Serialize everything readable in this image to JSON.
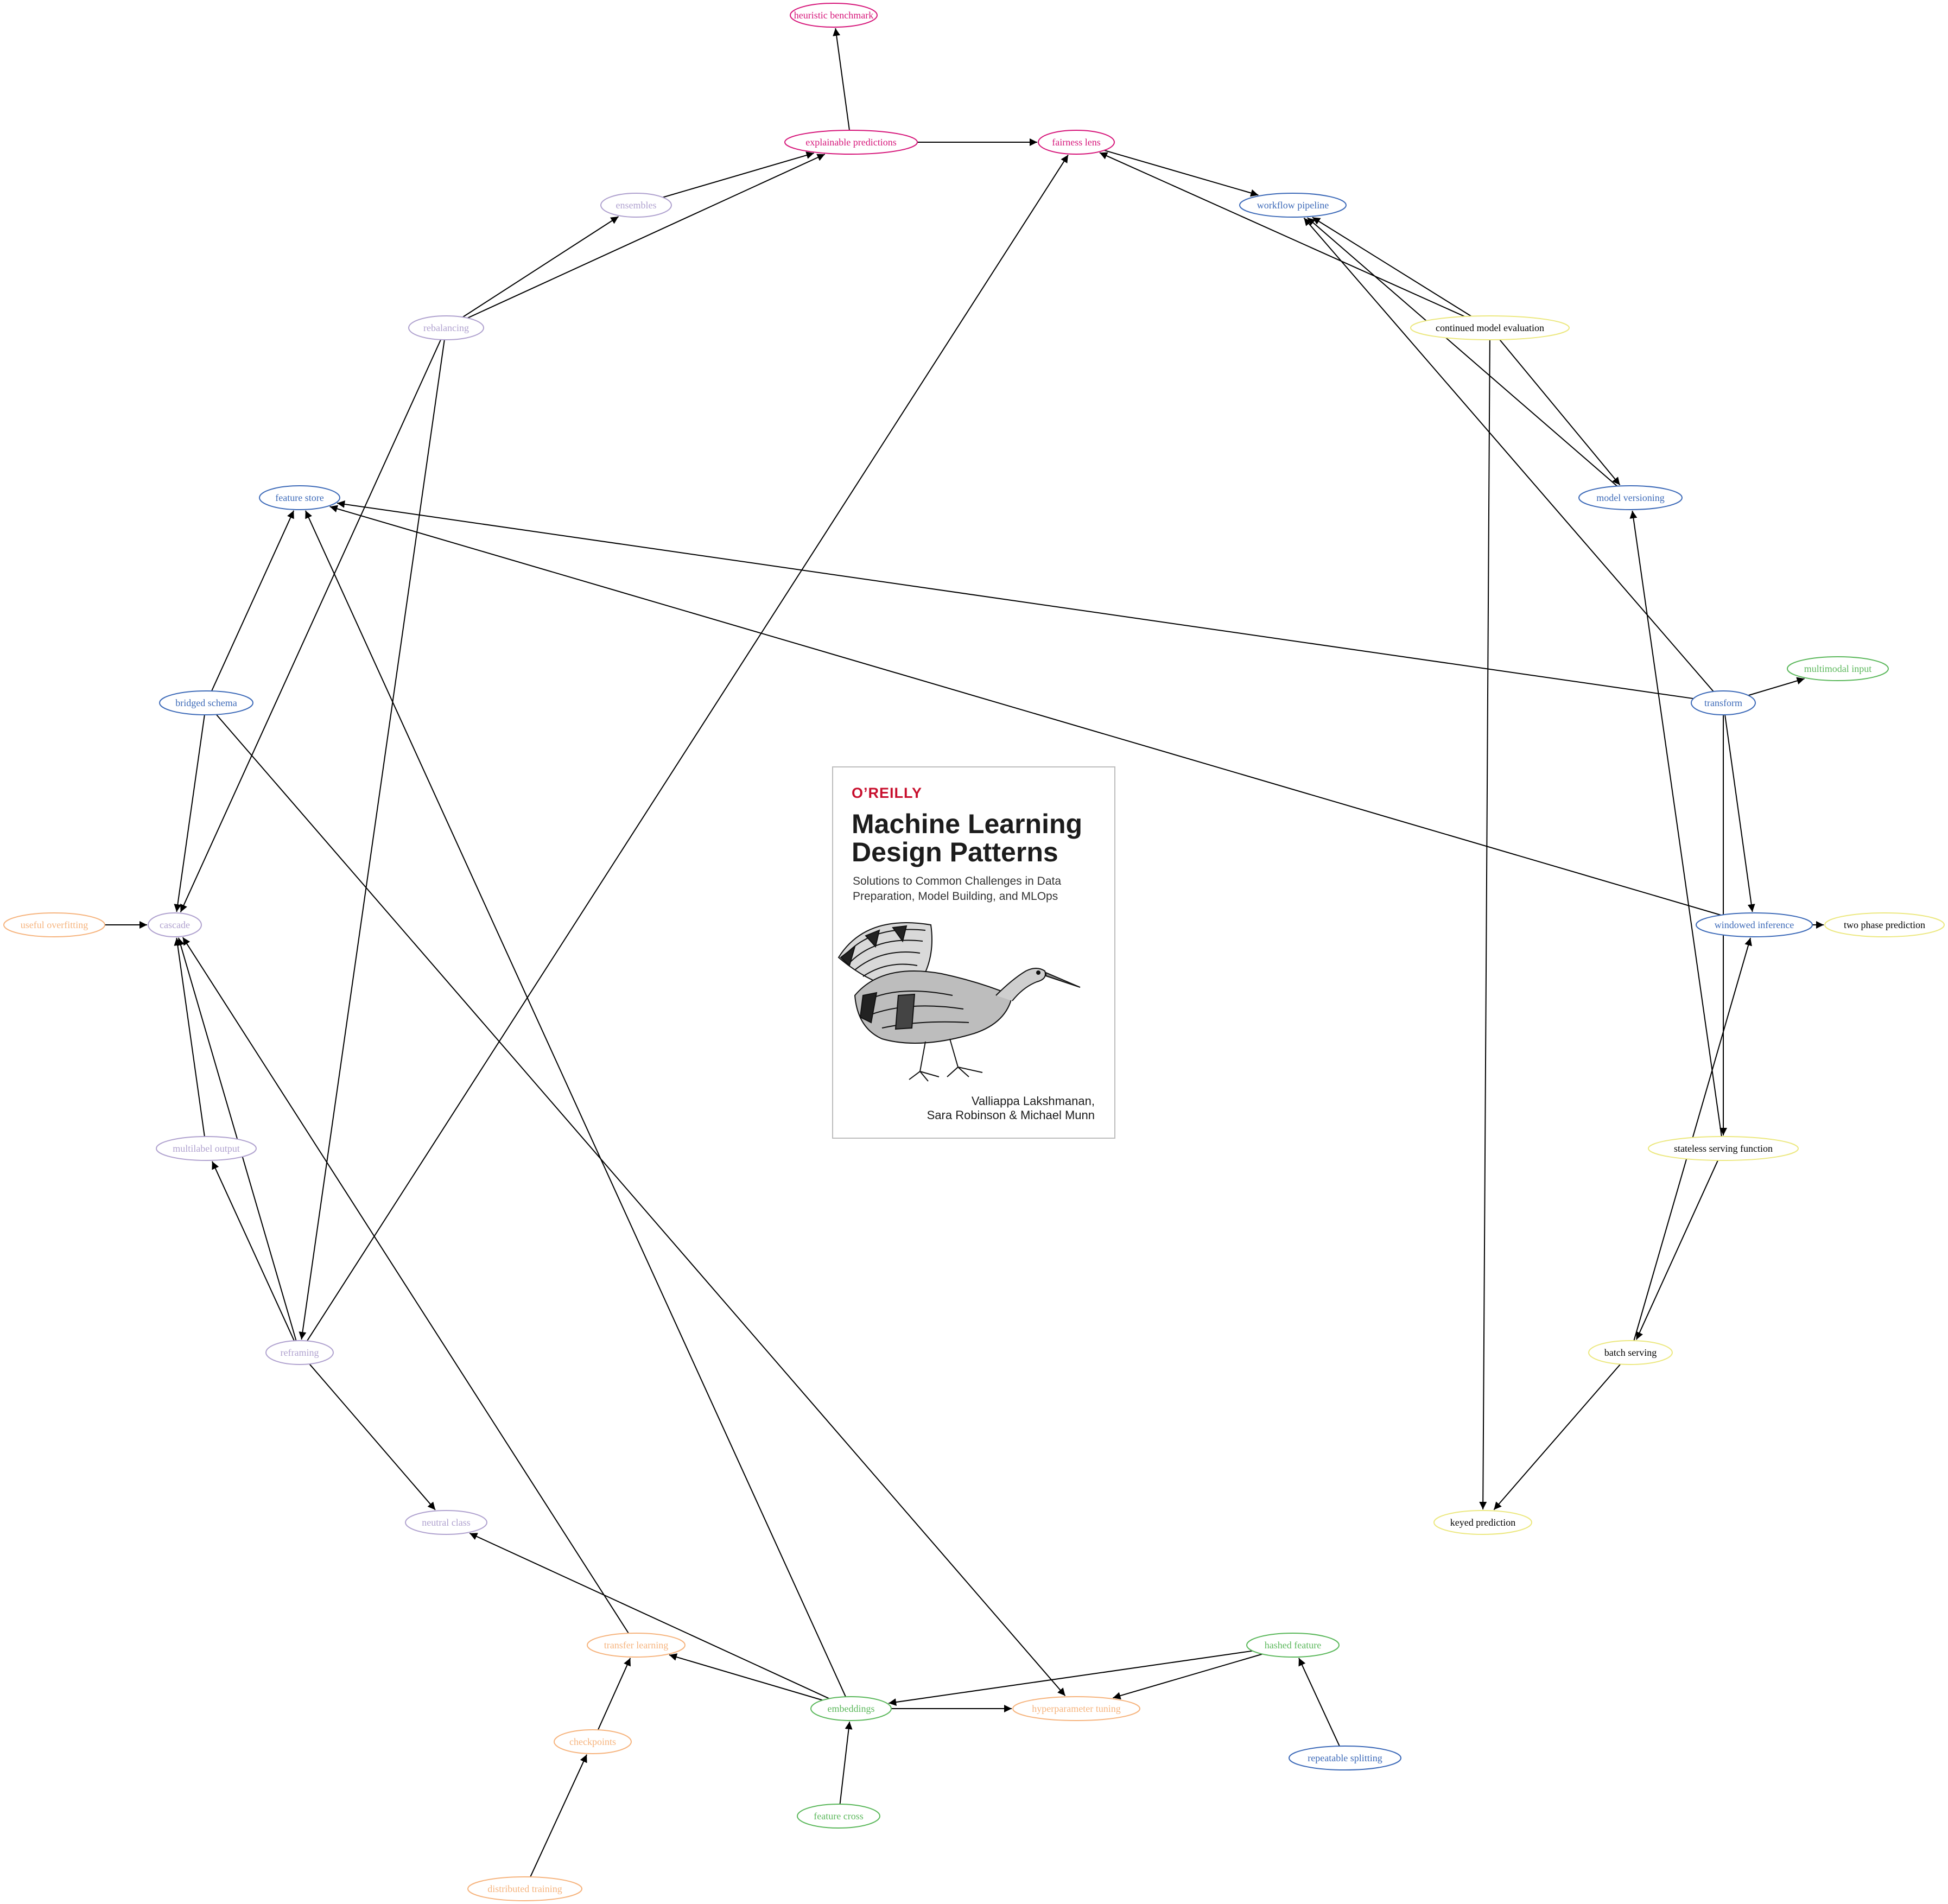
{
  "colors": {
    "pink": "#d6167a",
    "blue": "#3d6ab8",
    "lavender": "#b0a2cf",
    "green": "#5cb85c",
    "orange": "#f6b47e",
    "yellow": "#ece880",
    "edge": "#000000",
    "brand": "#c8102e"
  },
  "nodes": [
    {
      "id": "heuristic-benchmark",
      "label": "heuristic benchmark",
      "color": "pink"
    },
    {
      "id": "explainable-predictions",
      "label": "explainable predictions",
      "color": "pink"
    },
    {
      "id": "fairness-lens",
      "label": "fairness lens",
      "color": "pink"
    },
    {
      "id": "ensembles",
      "label": "ensembles",
      "color": "lavender"
    },
    {
      "id": "workflow-pipeline",
      "label": "workflow pipeline",
      "color": "blue"
    },
    {
      "id": "rebalancing",
      "label": "rebalancing",
      "color": "lavender"
    },
    {
      "id": "continued-model-evaluation",
      "label": "continued model evaluation",
      "color": "yellow"
    },
    {
      "id": "feature-store",
      "label": "feature store",
      "color": "blue"
    },
    {
      "id": "model-versioning",
      "label": "model versioning",
      "color": "blue"
    },
    {
      "id": "multimodal-input",
      "label": "multimodal input",
      "color": "green"
    },
    {
      "id": "bridged-schema",
      "label": "bridged schema",
      "color": "blue"
    },
    {
      "id": "transform",
      "label": "transform",
      "color": "blue"
    },
    {
      "id": "useful-overfitting",
      "label": "useful overfitting",
      "color": "orange"
    },
    {
      "id": "cascade",
      "label": "cascade",
      "color": "lavender"
    },
    {
      "id": "windowed-inference",
      "label": "windowed inference",
      "color": "blue"
    },
    {
      "id": "two-phase-prediction",
      "label": "two phase prediction",
      "color": "yellow"
    },
    {
      "id": "multilabel-output",
      "label": "multilabel output",
      "color": "lavender"
    },
    {
      "id": "stateless-serving-function",
      "label": "stateless serving function",
      "color": "yellow"
    },
    {
      "id": "reframing",
      "label": "reframing",
      "color": "lavender"
    },
    {
      "id": "batch-serving",
      "label": "batch serving",
      "color": "yellow"
    },
    {
      "id": "neutral-class",
      "label": "neutral class",
      "color": "lavender"
    },
    {
      "id": "keyed-prediction",
      "label": "keyed prediction",
      "color": "yellow"
    },
    {
      "id": "transfer-learning",
      "label": "transfer learning",
      "color": "orange"
    },
    {
      "id": "hashed-feature",
      "label": "hashed feature",
      "color": "green"
    },
    {
      "id": "embeddings",
      "label": "embeddings",
      "color": "green"
    },
    {
      "id": "hyperparameter-tuning",
      "label": "hyperparameter tuning",
      "color": "orange"
    },
    {
      "id": "checkpoints",
      "label": "checkpoints",
      "color": "orange"
    },
    {
      "id": "repeatable-splitting",
      "label": "repeatable splitting",
      "color": "blue"
    },
    {
      "id": "feature-cross",
      "label": "feature cross",
      "color": "green"
    },
    {
      "id": "distributed-training",
      "label": "distributed training",
      "color": "orange"
    }
  ],
  "edges": [
    [
      "explainable-predictions",
      "heuristic-benchmark"
    ],
    [
      "explainable-predictions",
      "fairness-lens"
    ],
    [
      "ensembles",
      "explainable-predictions"
    ],
    [
      "rebalancing",
      "explainable-predictions"
    ],
    [
      "rebalancing",
      "ensembles"
    ],
    [
      "rebalancing",
      "cascade"
    ],
    [
      "rebalancing",
      "reframing"
    ],
    [
      "fairness-lens",
      "workflow-pipeline"
    ],
    [
      "continued-model-evaluation",
      "fairness-lens"
    ],
    [
      "continued-model-evaluation",
      "workflow-pipeline"
    ],
    [
      "continued-model-evaluation",
      "model-versioning"
    ],
    [
      "continued-model-evaluation",
      "keyed-prediction"
    ],
    [
      "model-versioning",
      "workflow-pipeline"
    ],
    [
      "transform",
      "workflow-pipeline"
    ],
    [
      "transform",
      "feature-store"
    ],
    [
      "transform",
      "multimodal-input"
    ],
    [
      "transform",
      "windowed-inference"
    ],
    [
      "transform",
      "stateless-serving-function"
    ],
    [
      "stateless-serving-function",
      "model-versioning"
    ],
    [
      "stateless-serving-function",
      "batch-serving"
    ],
    [
      "windowed-inference",
      "feature-store"
    ],
    [
      "windowed-inference",
      "two-phase-prediction"
    ],
    [
      "batch-serving",
      "windowed-inference"
    ],
    [
      "batch-serving",
      "keyed-prediction"
    ],
    [
      "bridged-schema",
      "feature-store"
    ],
    [
      "bridged-schema",
      "cascade"
    ],
    [
      "bridged-schema",
      "hyperparameter-tuning"
    ],
    [
      "useful-overfitting",
      "cascade"
    ],
    [
      "multilabel-output",
      "cascade"
    ],
    [
      "reframing",
      "multilabel-output"
    ],
    [
      "reframing",
      "cascade"
    ],
    [
      "reframing",
      "fairness-lens"
    ],
    [
      "reframing",
      "neutral-class"
    ],
    [
      "transfer-learning",
      "cascade"
    ],
    [
      "embeddings",
      "neutral-class"
    ],
    [
      "embeddings",
      "transfer-learning"
    ],
    [
      "embeddings",
      "feature-store"
    ],
    [
      "embeddings",
      "hyperparameter-tuning"
    ],
    [
      "hashed-feature",
      "embeddings"
    ],
    [
      "hashed-feature",
      "hyperparameter-tuning"
    ],
    [
      "repeatable-splitting",
      "hashed-feature"
    ],
    [
      "feature-cross",
      "embeddings"
    ],
    [
      "checkpoints",
      "transfer-learning"
    ],
    [
      "distributed-training",
      "checkpoints"
    ]
  ],
  "cover": {
    "publisher": "O’REILLY",
    "title_line1": "Machine Learning",
    "title_line2": "Design Patterns",
    "subtitle_line1": "Solutions to Common Challenges in Data",
    "subtitle_line2": "Preparation, Model Building, and MLOps",
    "authors_line1": "Valliappa Lakshmanan,",
    "authors_line2": "Sara Robinson & Michael Munn",
    "image": "bird-illustration"
  }
}
